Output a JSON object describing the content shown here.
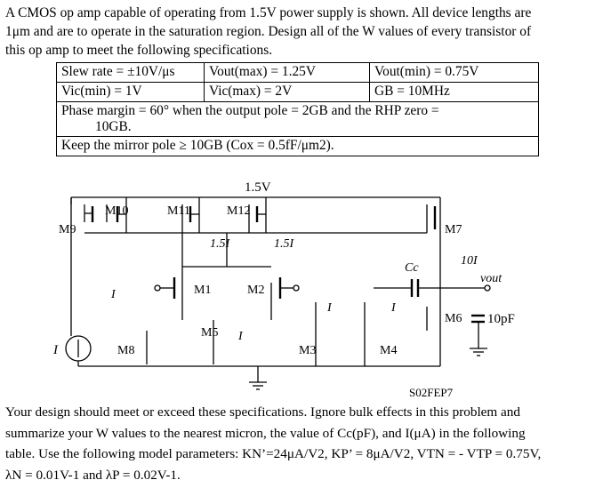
{
  "problem": {
    "intro_l1": "A CMOS op amp capable of operating from 1.5V power supply is shown.  All device lengths are",
    "intro_l2": "1μm and are to operate in the saturation region.  Design all of the W values of every transistor of",
    "intro_l3": "this op amp to meet the following specifications."
  },
  "specs": {
    "slew_rate": "Slew rate = ±10V/μs",
    "vout_max": "Vout(max) = 1.25V",
    "vout_min": "Vout(min) = 0.75V",
    "vic_min": "Vic(min) = 1V",
    "vic_max": "Vic(max) = 2V",
    "gb": "GB = 10MHz",
    "phase_margin_l1": "Phase margin = 60° when the output pole = 2GB and the RHP zero =",
    "phase_margin_l2": "10GB.",
    "mirror_pole": "Keep the mirror pole ≥ 10GB (Cox = 0.5fF/μm2)."
  },
  "schematic": {
    "supply": "1.5V",
    "transistors": [
      "M1",
      "M2",
      "M3",
      "M4",
      "M5",
      "M6",
      "M7",
      "M8",
      "M9",
      "M10",
      "M11",
      "M12"
    ],
    "currents": [
      "1.5I",
      "1.5I",
      "10I",
      "I",
      "I",
      "I",
      "I",
      "I"
    ],
    "cc": "Cc",
    "vout": "vout",
    "cload": "10pF",
    "figure_id": "S02FEP7"
  },
  "instructions": {
    "l1": "Your design should meet or exceed these specifications.  Ignore bulk effects in this problem and",
    "l2": "summarize your W values to the nearest micron, the value of Cc(pF), and I(μA) in the following",
    "l3": "table. Use the following model parameters: KN’=24μA/V2, KP’ = 8μA/V2, VTN = - VTP = 0.75V,",
    "l4": "λN = 0.01V-1 and λP = 0.02V-1."
  }
}
